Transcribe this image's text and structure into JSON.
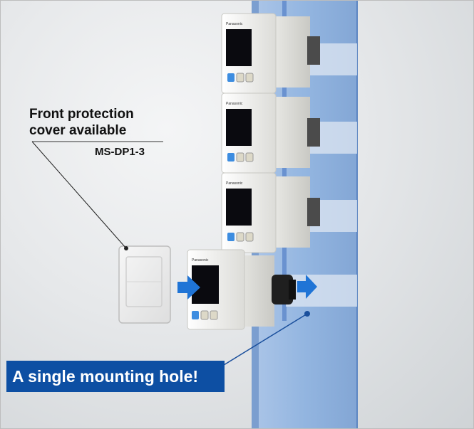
{
  "annotations": {
    "cover_line1": "Front protection",
    "cover_line2": "cover available",
    "cover_part_number": "MS-DP1-3",
    "mounting_banner": "A single mounting hole!"
  },
  "device_labels": {
    "brand": "Panasonic"
  },
  "colors": {
    "banner": "#0d4fa3",
    "arrow": "#1f74d6",
    "panel": "#8fb3e0",
    "device_body": "#f2f2ef",
    "display": "#0a0a0f"
  },
  "icons": [
    "arrow-right-icon",
    "arrow-right-icon"
  ]
}
